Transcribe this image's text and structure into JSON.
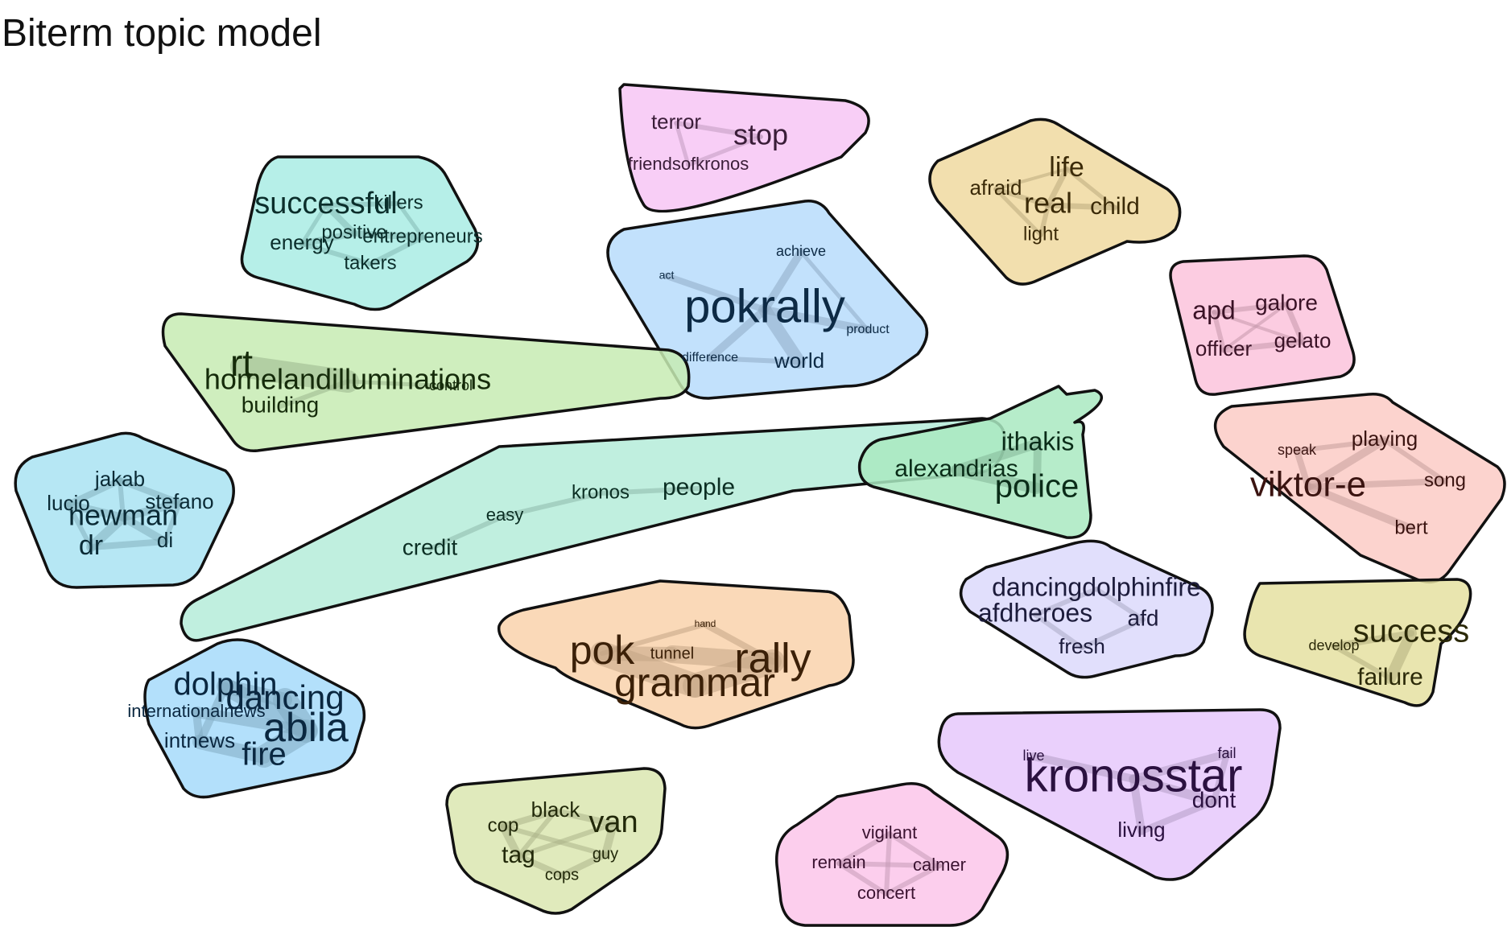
{
  "title": "Biterm topic model",
  "topics": [
    {
      "id": "pink-stop",
      "color": "#f7c6f5",
      "text": "#3a1d38",
      "words": [
        "terror",
        "stop",
        "friendsofkronos"
      ]
    },
    {
      "id": "beige-life",
      "color": "#f0d9a0",
      "text": "#3b2a08",
      "words": [
        "life",
        "afraid",
        "real",
        "child",
        "light"
      ]
    },
    {
      "id": "teal-successful",
      "color": "#a9ece4",
      "text": "#0b2e2b",
      "words": [
        "successful",
        "killers",
        "positive",
        "entrepreneurs",
        "energy",
        "takers"
      ]
    },
    {
      "id": "blue-pokrally",
      "color": "#b7dcfb",
      "text": "#0d2a45",
      "words": [
        "achieve",
        "act",
        "pokrally",
        "product",
        "difference",
        "world"
      ]
    },
    {
      "id": "green-rt",
      "color": "#c7ebb3",
      "text": "#152b0a",
      "words": [
        "rt",
        "homelandilluminations",
        "control",
        "building"
      ]
    },
    {
      "id": "pink-apd",
      "color": "#fbc3dc",
      "text": "#3a1226",
      "words": [
        "apd",
        "galore",
        "officer",
        "gelato"
      ]
    },
    {
      "id": "cyan-newman",
      "color": "#a9e3f2",
      "text": "#0a2a35",
      "words": [
        "jakab",
        "lucio",
        "stefano",
        "newman",
        "dr",
        "di"
      ]
    },
    {
      "id": "mint-people",
      "color": "#b5ecd9",
      "text": "#0b2e23",
      "words": [
        "people",
        "kronos",
        "easy",
        "credit"
      ]
    },
    {
      "id": "green-police",
      "color": "#a9e9c1",
      "text": "#0a2c18",
      "words": [
        "ithakis",
        "alexandrias",
        "police"
      ]
    },
    {
      "id": "salmon-viktor",
      "color": "#fccbc6",
      "text": "#3b1411",
      "words": [
        "playing",
        "speak",
        "viktor-e",
        "song",
        "bert"
      ]
    },
    {
      "id": "lavender-dolphinfire",
      "color": "#dcd9fb",
      "text": "#1c1b3b",
      "words": [
        "dancingdolphinfire",
        "afdheroes",
        "afd",
        "fresh"
      ]
    },
    {
      "id": "olive-success",
      "color": "#e5e0a1",
      "text": "#2b2908",
      "words": [
        "success",
        "develop",
        "failure"
      ]
    },
    {
      "id": "orange-pok",
      "color": "#f9d2ab",
      "text": "#3b2008",
      "words": [
        "hand",
        "pok",
        "tunnel",
        "rally",
        "grammar"
      ]
    },
    {
      "id": "sky-abila",
      "color": "#a6dbfa",
      "text": "#0a2740",
      "words": [
        "dolphin",
        "dancing",
        "internationalnews",
        "abila",
        "intnews",
        "fire"
      ]
    },
    {
      "id": "violet-kronosstar",
      "color": "#e6c8fb",
      "text": "#2b1140",
      "words": [
        "live",
        "fail",
        "kronosstar",
        "dont",
        "living"
      ]
    },
    {
      "id": "lime-van",
      "color": "#dbe6b0",
      "text": "#22290a",
      "words": [
        "black",
        "cop",
        "van",
        "tag",
        "guy",
        "cops"
      ]
    },
    {
      "id": "pink-vigilant",
      "color": "#fbc6ea",
      "text": "#3a1230",
      "words": [
        "vigilant",
        "remain",
        "calmer",
        "concert"
      ]
    }
  ]
}
